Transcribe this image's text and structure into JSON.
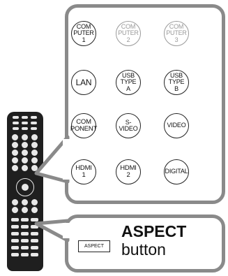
{
  "input_buttons": [
    {
      "label": "COM\nPUTER\n1",
      "dim": false
    },
    {
      "label": "COM\nPUTER\n2",
      "dim": true
    },
    {
      "label": "COM\nPUTER\n3",
      "dim": true
    },
    {
      "label": "LAN",
      "dim": false
    },
    {
      "label": "USB\nTYPE\nA",
      "dim": false
    },
    {
      "label": "USB\nTYPE\nB",
      "dim": false
    },
    {
      "label": "COM\nPONENT",
      "dim": false
    },
    {
      "label": "S-VIDEO",
      "dim": false
    },
    {
      "label": "VIDEO",
      "dim": false
    },
    {
      "label": "HDMI\n1",
      "dim": false
    },
    {
      "label": "HDMI\n2",
      "dim": false
    },
    {
      "label": "DIGITAL",
      "dim": false
    }
  ],
  "aspect": {
    "key_label": "ASPECT",
    "title": "ASPECT",
    "subtitle": "button"
  },
  "colors": {
    "panel_border": "#8a8a8a",
    "remote_body": "#1f1f1f",
    "dim_button": "#9a9a9a"
  }
}
